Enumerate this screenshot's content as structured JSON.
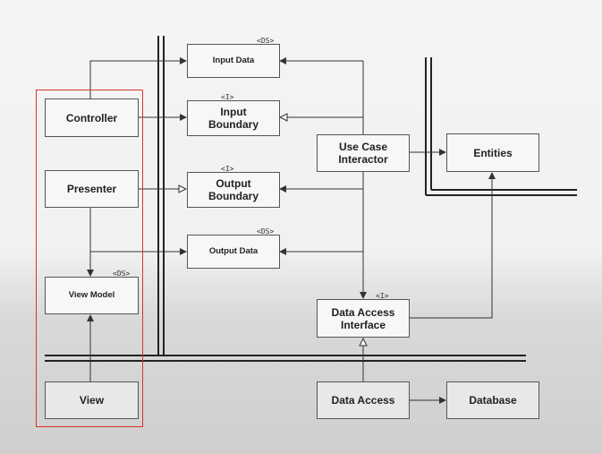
{
  "diagram": {
    "boxes": {
      "controller": {
        "label": "Controller"
      },
      "presenter": {
        "label": "Presenter"
      },
      "view_model": {
        "label": "View Model",
        "stereotype": "<DS>"
      },
      "view": {
        "label": "View"
      },
      "input_data": {
        "label": "Input Data",
        "stereotype": "<DS>"
      },
      "input_boundary": {
        "label": "Input\nBoundary",
        "stereotype": "<I>"
      },
      "output_boundary": {
        "label": "Output\nBoundary",
        "stereotype": "<I>"
      },
      "output_data": {
        "label": "Output Data",
        "stereotype": "<DS>"
      },
      "use_case_interactor": {
        "label": "Use Case\nInteractor"
      },
      "entities": {
        "label": "Entities"
      },
      "data_access_interface": {
        "label": "Data Access\nInterface",
        "stereotype": "<I>"
      },
      "data_access": {
        "label": "Data Access"
      },
      "database": {
        "label": "Database"
      }
    },
    "colors": {
      "highlight": "#d9342b",
      "line": "#333333"
    }
  }
}
